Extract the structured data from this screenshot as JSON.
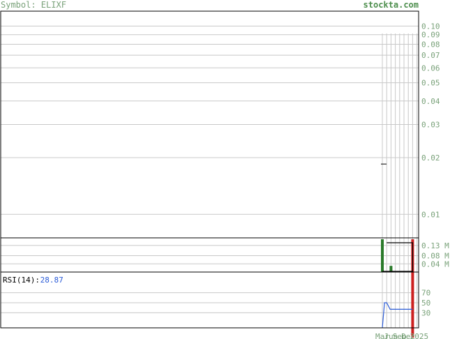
{
  "header": {
    "symbol": "Symbol: ELIXF",
    "site": "stockta.com"
  },
  "chart_data": {
    "type": "line",
    "price": {
      "scale": "log",
      "ylim": [
        0.0075,
        0.12
      ],
      "ticks": [
        0.1,
        0.09,
        0.08,
        0.07,
        0.06,
        0.05,
        0.04,
        0.03,
        0.02,
        0.01
      ],
      "tick_labels": [
        "0.10",
        "0.09",
        "0.08",
        "0.07",
        "0.06",
        "0.05",
        "0.04",
        "0.03",
        "0.02",
        "0.01"
      ],
      "bars": [
        {
          "index": 0,
          "value": 0.0185
        }
      ]
    },
    "volume": {
      "ticks": [
        130000,
        80000,
        40000
      ],
      "tick_labels": [
        "0.13 M",
        "0.08 M",
        "0.04 M"
      ],
      "ymax": 160000,
      "bars": [
        {
          "index": 0,
          "value": 160000,
          "color": "#2a7a2a"
        },
        {
          "index": 2,
          "value": 30000,
          "color": "#2a7a2a"
        },
        {
          "index": 7,
          "value": 160000,
          "color": "#cc2020"
        }
      ],
      "line": [
        {
          "index": 1,
          "value": 143000
        },
        {
          "index": 7,
          "value": 143000
        }
      ]
    },
    "rsi": {
      "label": "RSI(14):",
      "value": "28.87",
      "ticks": [
        70,
        50,
        30
      ],
      "tick_labels": [
        "70",
        "50",
        "30"
      ],
      "line": [
        {
          "index": 0,
          "value": 0
        },
        {
          "index": 0.5,
          "value": 50
        },
        {
          "index": 1,
          "value": 50
        },
        {
          "index": 1.8,
          "value": 37
        },
        {
          "index": 7,
          "value": 37
        }
      ]
    },
    "x_axis": {
      "labels": [
        "Mar",
        "Jun",
        "Sep",
        "Dec",
        "2025"
      ],
      "label_indices": [
        0,
        2,
        4,
        6,
        8
      ]
    },
    "n_slots": 9
  },
  "colors": {
    "grid": "#c8c8c8",
    "frame": "#000000",
    "tick_text": "#7aa27a",
    "rsi_line": "#2a5bd7",
    "price_bar": "#000000"
  }
}
